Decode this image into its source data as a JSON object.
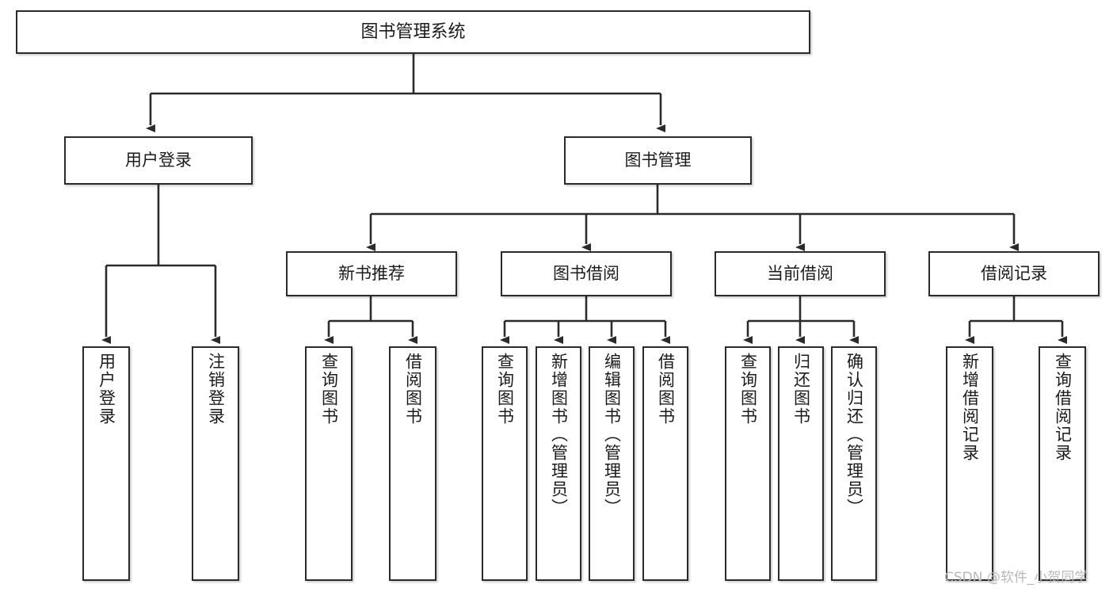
{
  "diagram": {
    "title": "图书管理系统",
    "type": "hierarchy-tree",
    "root": {
      "label": "图书管理系统"
    },
    "level1": [
      {
        "label": "用户登录"
      },
      {
        "label": "图书管理"
      }
    ],
    "level2": [
      {
        "label": "新书推荐"
      },
      {
        "label": "图书借阅"
      },
      {
        "label": "当前借阅"
      },
      {
        "label": "借阅记录"
      }
    ],
    "leaves": {
      "user_login": [
        {
          "label": "用户登录"
        },
        {
          "label": "注销登录"
        }
      ],
      "new_book_recommend": [
        {
          "label": "查询图书"
        },
        {
          "label": "借阅图书"
        }
      ],
      "book_borrow": [
        {
          "label": "查询图书"
        },
        {
          "label": "新增图书（管理员）"
        },
        {
          "label": "编辑图书（管理员）"
        },
        {
          "label": "借阅图书"
        }
      ],
      "current_borrow": [
        {
          "label": "查询图书"
        },
        {
          "label": "归还图书"
        },
        {
          "label": "确认归还（管理员）"
        }
      ],
      "borrow_record": [
        {
          "label": "新增借阅记录"
        },
        {
          "label": "查询借阅记录"
        }
      ]
    }
  },
  "watermark": {
    "text": "CSDN @软件_小贺同学"
  },
  "colors": {
    "border": "#2b2b2b",
    "text": "#1b1b1b",
    "background": "#ffffff",
    "watermark": "#b9b9b9"
  }
}
